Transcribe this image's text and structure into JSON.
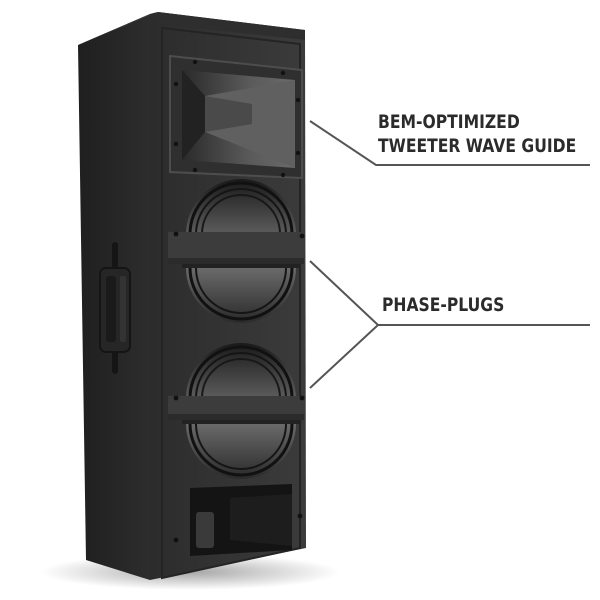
{
  "product": {
    "name": "speaker-cabinet",
    "colors": {
      "background": "#ffffff",
      "cabinet_side": "#2a2a2a",
      "cabinet_front": "#3a3a3a",
      "grille_dark": "#1e1e1e",
      "horn": "#4a4a4a",
      "callout_line": "#555555",
      "label_text": "#2b2b2b"
    }
  },
  "callouts": [
    {
      "id": "tweeter",
      "lines": [
        "BEM-OPTIMIZED",
        "TWEETER WAVE GUIDE"
      ]
    },
    {
      "id": "phase-plugs",
      "lines": [
        "PHASE-PLUGS"
      ]
    }
  ]
}
